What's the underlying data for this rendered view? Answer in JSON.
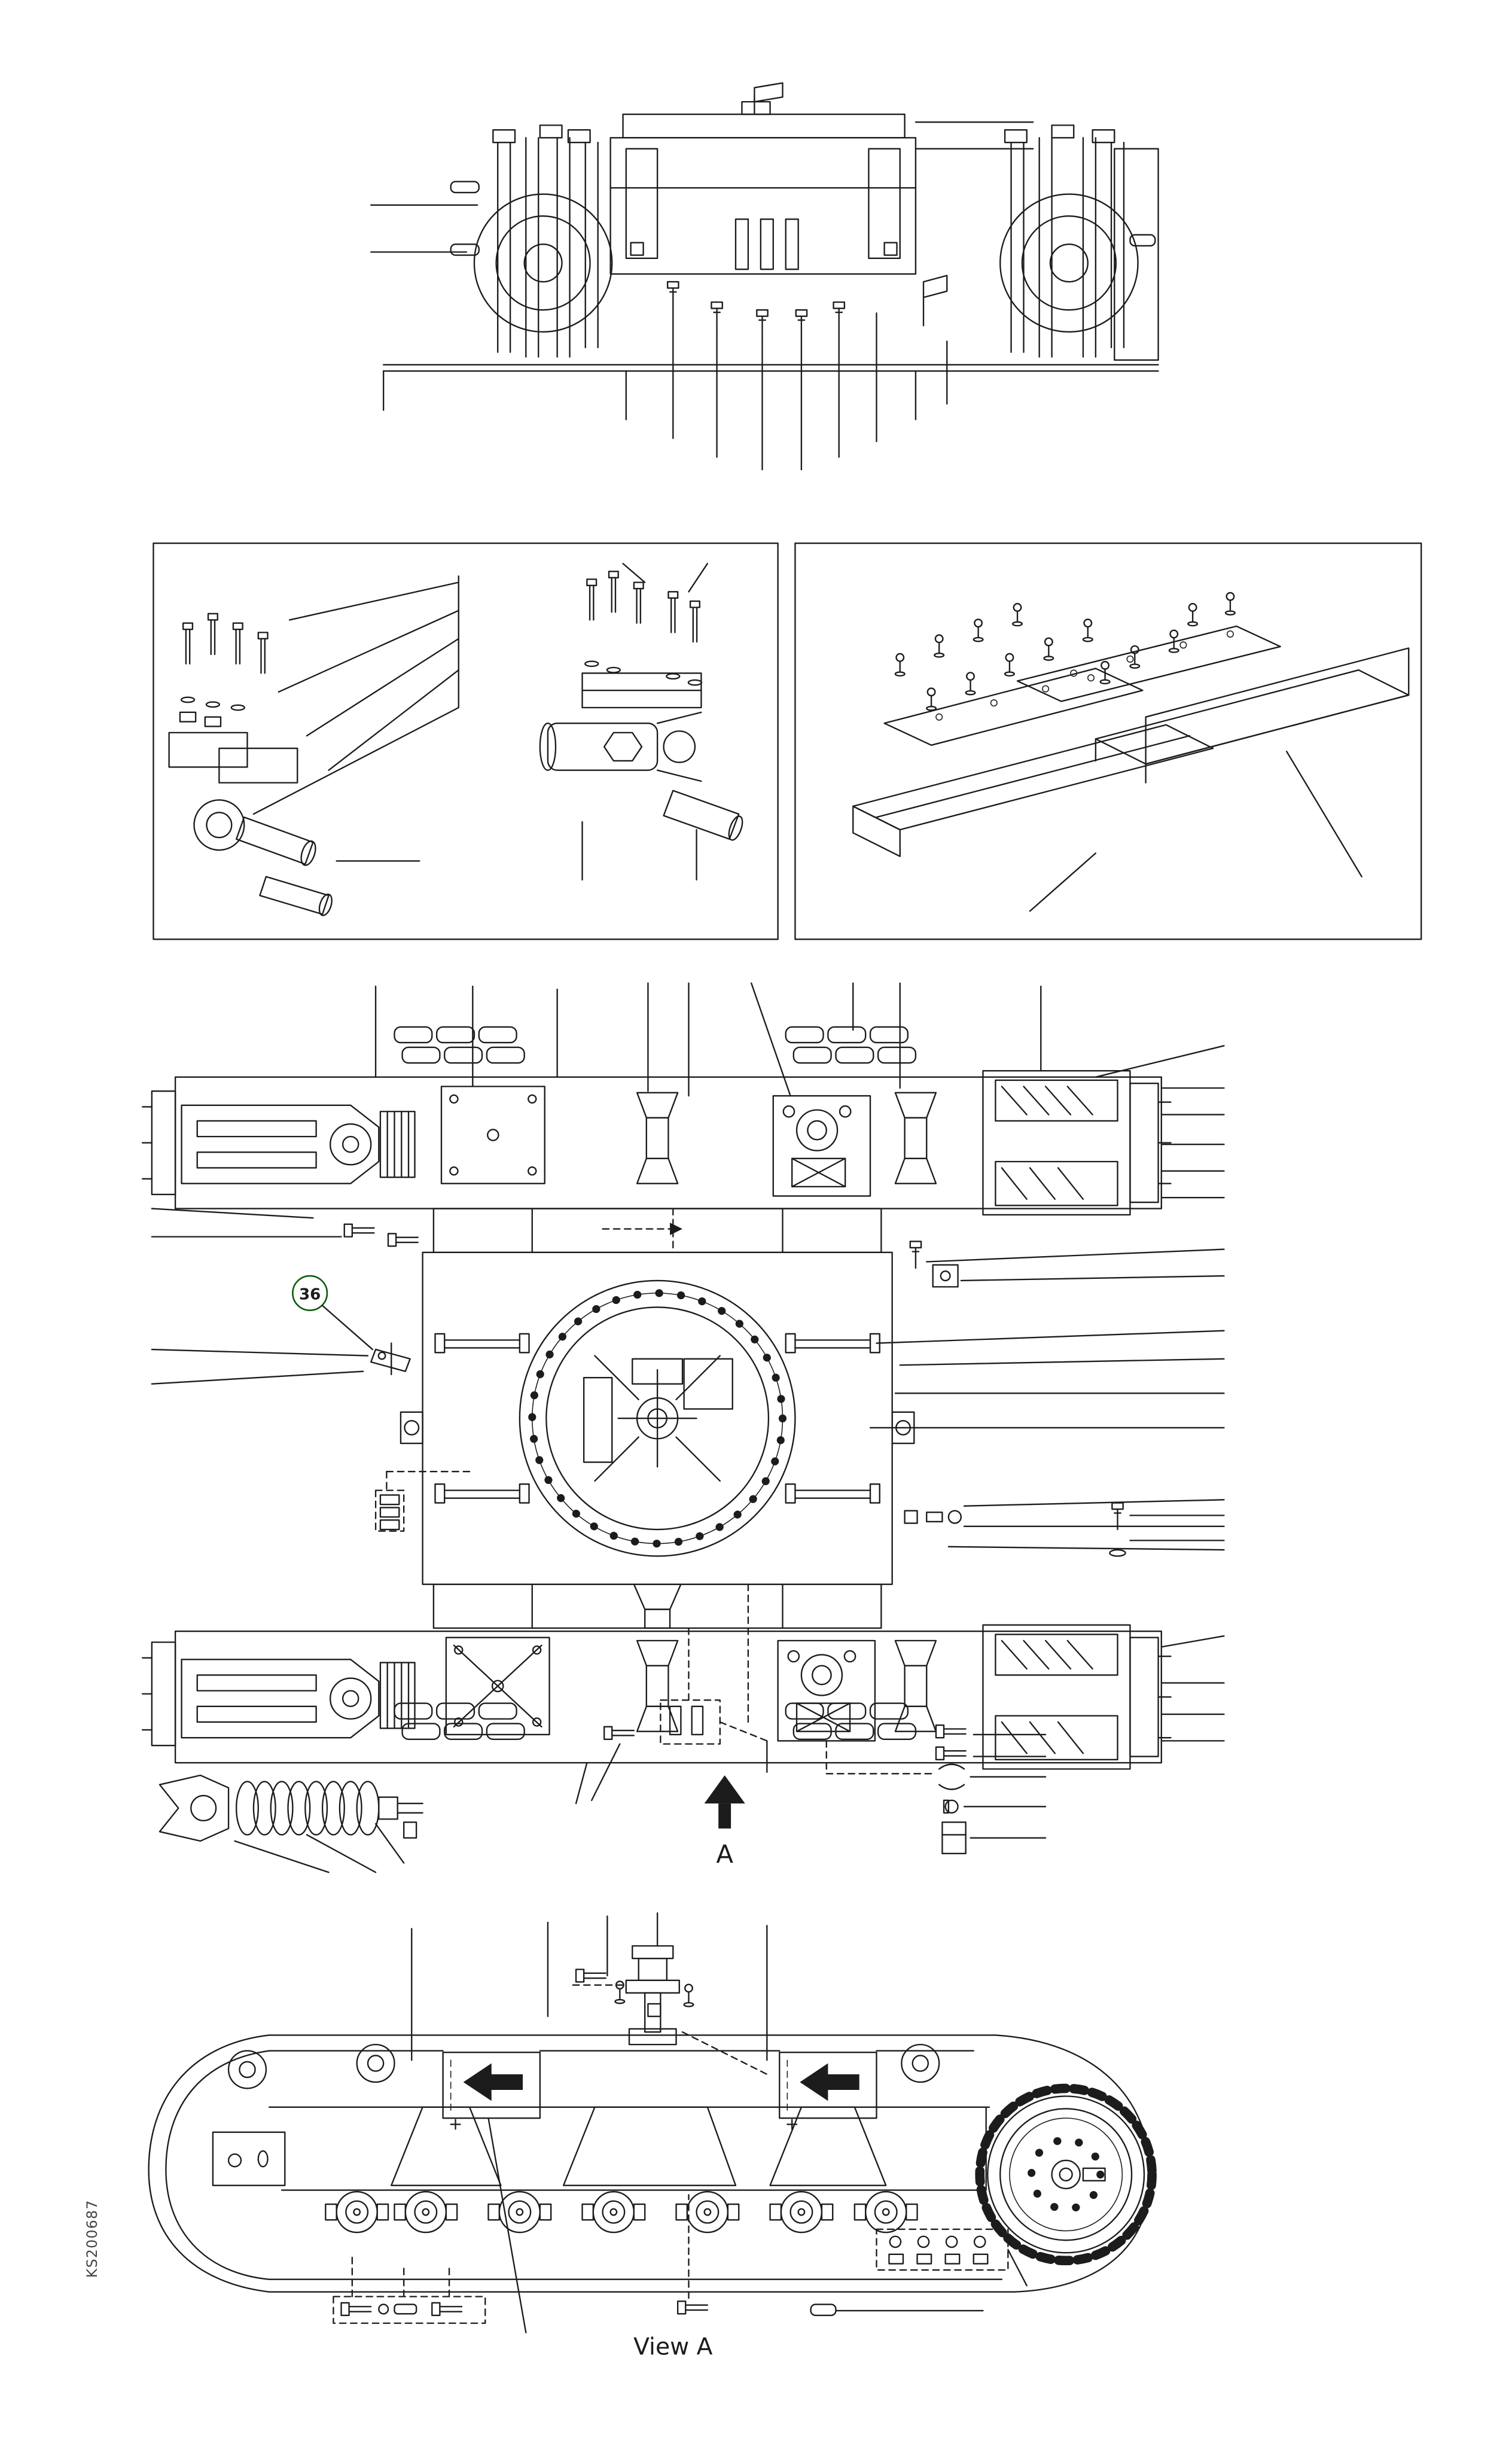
{
  "page": {
    "background": "#ffffff",
    "line_color": "#1c1c1c"
  },
  "callouts": {
    "item36": {
      "number": "36",
      "bg": "#0f8a13",
      "fg": "#ffffff"
    }
  },
  "view_marker": {
    "arrow_label": "A"
  },
  "footer": {
    "view_caption": "View A"
  },
  "margin": {
    "document_code": "KS200687"
  }
}
